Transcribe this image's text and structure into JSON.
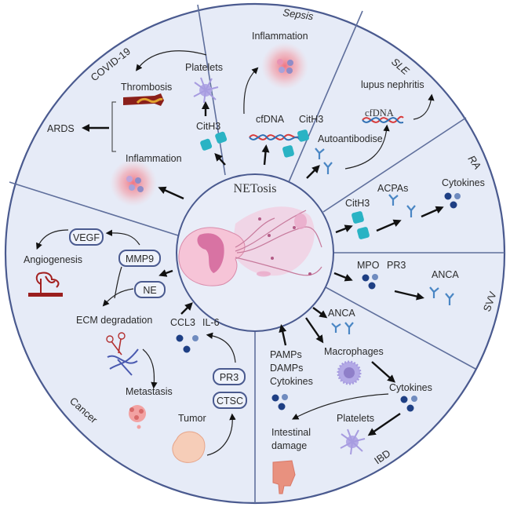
{
  "title": "NETosis",
  "colors": {
    "background": "#e6ebf7",
    "border": "#4a5a8f",
    "arrow": "#111111",
    "netosis_pink": "#f3b8cf",
    "citH3_teal": "#2ab3c4",
    "antibody_blue": "#4a86c4",
    "cytokine_dark": "#1e3f84",
    "cytokine_light": "#6f8bbf"
  },
  "sectors": {
    "covid19": {
      "name": "COVID-19",
      "labels": {
        "platelets": "Platelets",
        "thrombosis": "Thrombosis",
        "ards": "ARDS",
        "cith3": "CitH3",
        "inflammation": "Inflammation"
      }
    },
    "sepsis": {
      "name": "Sepsis",
      "labels": {
        "inflammation": "Inflammation",
        "cfdna": "cfDNA",
        "cith3": "CitH3"
      }
    },
    "sle": {
      "name": "SLE",
      "labels": {
        "lupus": "lupus nephritis",
        "cfdna": "cfDNA",
        "autoantibodies": "Autoantibodise"
      }
    },
    "ra": {
      "name": "RA",
      "labels": {
        "cith3": "CitH3",
        "acpas": "ACPAs",
        "cytokines": "Cytokines"
      }
    },
    "svv": {
      "name": "SVV",
      "labels": {
        "mpo": "MPO",
        "pr3": "PR3",
        "anca": "ANCA"
      }
    },
    "ibd": {
      "name": "IBD",
      "labels": {
        "anca": "ANCA",
        "macrophages": "Macrophages",
        "pamps": "PAMPs",
        "damps": "DAMPs",
        "cytokines_in": "Cytokines",
        "cytokines_out": "Cytokines",
        "platelets": "Platelets",
        "intestinal1": "Intestinal",
        "intestinal2": "damage"
      }
    },
    "cancer": {
      "name": "Cancer",
      "labels": {
        "vegf": "VEGF",
        "angiogenesis": "Angiogenesis",
        "mmp9": "MMP9",
        "ne": "NE",
        "ecm": "ECM degradation",
        "ccl3": "CCL3",
        "il6": "IL-6",
        "metastasis": "Metastasis",
        "pr3": "PR3",
        "ctsc": "CTSC",
        "tumor": "Tumor"
      }
    }
  }
}
